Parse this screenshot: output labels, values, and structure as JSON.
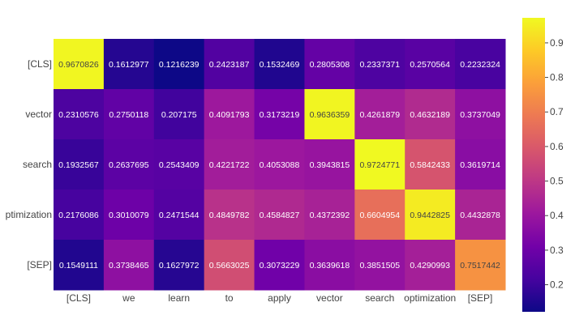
{
  "chart_data": {
    "type": "heatmap",
    "title": "",
    "xlabel": "",
    "ylabel": "",
    "x_categories": [
      "[CLS]",
      "we",
      "learn",
      "to",
      "apply",
      "vector",
      "search",
      "optimization",
      "[SEP]"
    ],
    "y_categories": [
      "[CLS]",
      "vector",
      "search",
      "optimization",
      "[SEP]"
    ],
    "y_tick_labels": [
      "[CLS]",
      "vector",
      "search",
      "ptimization",
      "[SEP]"
    ],
    "values": [
      [
        0.9670826,
        0.1612977,
        0.1216239,
        0.2423187,
        0.1532469,
        0.2805308,
        0.2337371,
        0.2570564,
        0.2232324
      ],
      [
        0.2310576,
        0.2750118,
        0.207175,
        0.4091793,
        0.3173219,
        0.9636359,
        0.4261879,
        0.4632189,
        0.3737049
      ],
      [
        0.1932567,
        0.2637695,
        0.2543409,
        0.4221722,
        0.4053088,
        0.3943815,
        0.9724771,
        0.5842433,
        0.3619714
      ],
      [
        0.2176086,
        0.3010079,
        0.2471544,
        0.4849782,
        0.4584827,
        0.4372392,
        0.6604954,
        0.9442825,
        0.4432878
      ],
      [
        0.1549111,
        0.3738465,
        0.1627972,
        0.5663025,
        0.3073229,
        0.3639618,
        0.3851505,
        0.4290993,
        0.7517442
      ]
    ],
    "value_labels": [
      [
        "0.9670826",
        "0.1612977",
        "0.1216239",
        "0.2423187",
        "0.1532469",
        "0.2805308",
        "0.2337371",
        "0.2570564",
        "0.2232324"
      ],
      [
        "0.2310576",
        "0.2750118",
        "0.207175",
        "0.4091793",
        "0.3173219",
        "0.9636359",
        "0.4261879",
        "0.4632189",
        "0.3737049"
      ],
      [
        "0.1932567",
        "0.2637695",
        "0.2543409",
        "0.4221722",
        "0.4053088",
        "0.3943815",
        "0.9724771",
        "0.5842433",
        "0.3619714"
      ],
      [
        "0.2176086",
        "0.3010079",
        "0.2471544",
        "0.4849782",
        "0.4584827",
        "0.4372392",
        "0.6604954",
        "0.9442825",
        "0.4432878"
      ],
      [
        "0.1549111",
        "0.3738465",
        "0.1627972",
        "0.5663025",
        "0.3073229",
        "0.3639618",
        "0.3851505",
        "0.4290993",
        "0.7517442"
      ]
    ],
    "colorscale": "plasma",
    "colorscale_stops": [
      "#0d0887",
      "#46039f",
      "#7201a8",
      "#9c179e",
      "#bd3786",
      "#d8576b",
      "#ed7953",
      "#fb9f3a",
      "#fdca26",
      "#f0f921"
    ],
    "zmin": 0.1216239,
    "zmax": 0.9724771,
    "colorbar_ticks": [
      0.2,
      0.3,
      0.4,
      0.5,
      0.6,
      0.7,
      0.8,
      0.9
    ],
    "colorbar_tick_labels": [
      "0.2",
      "0.3",
      "0.4",
      "0.5",
      "0.6",
      "0.7",
      "0.8",
      "0.9"
    ],
    "grid": false,
    "legend": "colorbar-right"
  }
}
